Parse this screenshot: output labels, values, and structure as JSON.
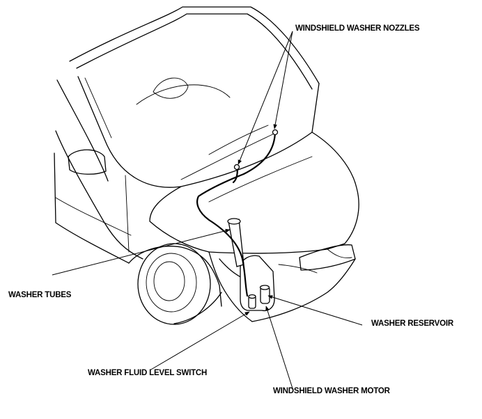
{
  "labels": {
    "nozzles": "WINDSHIELD WASHER NOZZLES",
    "tubes": "WASHER TUBES",
    "reservoir": "WASHER RESERVOIR",
    "level_switch": "WASHER FLUID LEVEL SWITCH",
    "motor": "WINDSHIELD WASHER MOTOR"
  }
}
